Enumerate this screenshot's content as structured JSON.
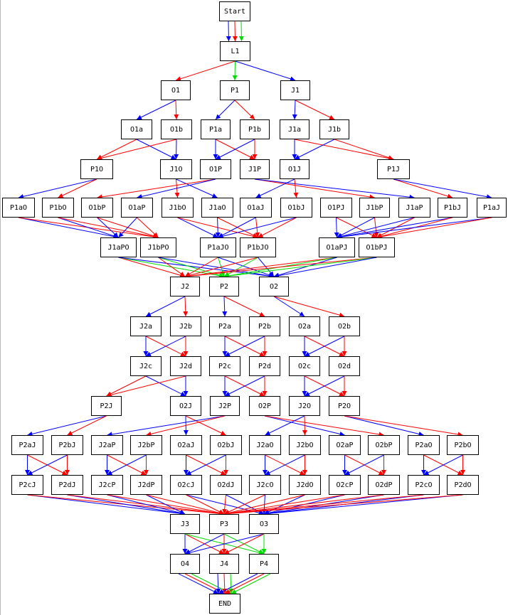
{
  "colors": {
    "red": "#ff0000",
    "blue": "#0000ff",
    "green": "#00dd00"
  },
  "nodes": [
    "Start",
    "L1",
    "O1",
    "P1",
    "J1",
    "O1a",
    "O1b",
    "P1a",
    "P1b",
    "J1a",
    "J1b",
    "P1O",
    "J1O",
    "O1P",
    "J1P",
    "O1J",
    "P1J",
    "P1aO",
    "P1bO",
    "O1bP",
    "O1aP",
    "J1bO",
    "J1aO",
    "O1aJ",
    "O1bJ",
    "O1PJ",
    "J1bP",
    "J1aP",
    "P1bJ",
    "P1aJ",
    "J1aPO",
    "J1bPO",
    "P1aJO",
    "P1bJO",
    "O1aPJ",
    "O1bPJ",
    "J2",
    "P2",
    "O2",
    "J2a",
    "J2b",
    "P2a",
    "P2b",
    "O2a",
    "O2b",
    "J2c",
    "J2d",
    "P2c",
    "P2d",
    "O2c",
    "O2d",
    "P2J",
    "O2J",
    "J2P",
    "O2P",
    "J2O",
    "P2O",
    "P2aJ",
    "P2bJ",
    "J2aP",
    "J2bP",
    "O2aJ",
    "O2bJ",
    "J2aO",
    "J2bO",
    "O2aP",
    "O2bP",
    "P2aO",
    "P2bO",
    "P2cJ",
    "P2dJ",
    "J2cP",
    "J2dP",
    "O2cJ",
    "O2dJ",
    "J2cO",
    "J2dO",
    "O2cP",
    "O2dP",
    "P2cO",
    "P2dO",
    "J3",
    "P3",
    "O3",
    "O4",
    "J4",
    "P4",
    "END"
  ],
  "edges": [
    [
      "Start",
      "L1",
      "blue"
    ],
    [
      "Start",
      "L1",
      "red"
    ],
    [
      "Start",
      "L1",
      "green"
    ],
    [
      "L1",
      "O1",
      "red"
    ],
    [
      "L1",
      "P1",
      "green"
    ],
    [
      "L1",
      "J1",
      "blue"
    ],
    [
      "O1",
      "O1a",
      "blue"
    ],
    [
      "O1",
      "O1b",
      "red"
    ],
    [
      "P1",
      "P1a",
      "blue"
    ],
    [
      "P1",
      "P1b",
      "red"
    ],
    [
      "J1",
      "J1a",
      "blue"
    ],
    [
      "J1",
      "J1b",
      "red"
    ],
    [
      "O1a",
      "P1O",
      "red"
    ],
    [
      "O1a",
      "J1O",
      "blue"
    ],
    [
      "O1b",
      "P1O",
      "red"
    ],
    [
      "O1b",
      "J1O",
      "blue"
    ],
    [
      "P1a",
      "O1P",
      "blue"
    ],
    [
      "P1a",
      "J1P",
      "red"
    ],
    [
      "P1b",
      "O1P",
      "blue"
    ],
    [
      "P1b",
      "J1P",
      "red"
    ],
    [
      "J1a",
      "O1J",
      "blue"
    ],
    [
      "J1a",
      "P1J",
      "red"
    ],
    [
      "J1b",
      "O1J",
      "blue"
    ],
    [
      "J1b",
      "P1J",
      "red"
    ],
    [
      "P1O",
      "P1aO",
      "blue"
    ],
    [
      "P1O",
      "P1bO",
      "red"
    ],
    [
      "J1O",
      "J1bO",
      "red"
    ],
    [
      "J1O",
      "J1aO",
      "blue"
    ],
    [
      "O1P",
      "O1bP",
      "red"
    ],
    [
      "O1P",
      "O1aP",
      "blue"
    ],
    [
      "J1P",
      "J1bP",
      "red"
    ],
    [
      "J1P",
      "J1aP",
      "blue"
    ],
    [
      "O1J",
      "O1aJ",
      "blue"
    ],
    [
      "O1J",
      "O1bJ",
      "red"
    ],
    [
      "P1J",
      "P1bJ",
      "red"
    ],
    [
      "P1J",
      "P1aJ",
      "blue"
    ],
    [
      "P1aO",
      "J1aPO",
      "blue"
    ],
    [
      "P1aO",
      "J1bPO",
      "red"
    ],
    [
      "P1bO",
      "J1aPO",
      "blue"
    ],
    [
      "P1bO",
      "J1bPO",
      "red"
    ],
    [
      "O1bP",
      "J1aPO",
      "blue"
    ],
    [
      "O1bP",
      "J1bPO",
      "red"
    ],
    [
      "O1aP",
      "J1aPO",
      "blue"
    ],
    [
      "O1aP",
      "J1bPO",
      "red"
    ],
    [
      "J1bO",
      "P1aJO",
      "blue"
    ],
    [
      "J1bO",
      "P1bJO",
      "red"
    ],
    [
      "J1aO",
      "P1aJO",
      "blue"
    ],
    [
      "J1aO",
      "P1bJO",
      "red"
    ],
    [
      "O1aJ",
      "P1aJO",
      "blue"
    ],
    [
      "O1aJ",
      "P1bJO",
      "red"
    ],
    [
      "O1bJ",
      "P1aJO",
      "blue"
    ],
    [
      "O1bJ",
      "P1bJO",
      "red"
    ],
    [
      "O1PJ",
      "O1aPJ",
      "blue"
    ],
    [
      "O1PJ",
      "O1bPJ",
      "red"
    ],
    [
      "J1bP",
      "O1aPJ",
      "blue"
    ],
    [
      "J1bP",
      "O1bPJ",
      "red"
    ],
    [
      "J1aP",
      "O1aPJ",
      "blue"
    ],
    [
      "J1aP",
      "O1bPJ",
      "red"
    ],
    [
      "P1bJ",
      "O1aPJ",
      "blue"
    ],
    [
      "P1bJ",
      "O1bPJ",
      "red"
    ],
    [
      "P1aJ",
      "O1aPJ",
      "blue"
    ],
    [
      "P1aJ",
      "O1bPJ",
      "red"
    ],
    [
      "J1aPO",
      "J2",
      "red"
    ],
    [
      "J1aPO",
      "P2",
      "green"
    ],
    [
      "J1aPO",
      "O2",
      "blue"
    ],
    [
      "J1bPO",
      "J2",
      "red"
    ],
    [
      "J1bPO",
      "P2",
      "green"
    ],
    [
      "J1bPO",
      "O2",
      "blue"
    ],
    [
      "P1aJO",
      "J2",
      "red"
    ],
    [
      "P1aJO",
      "P2",
      "green"
    ],
    [
      "P1aJO",
      "O2",
      "blue"
    ],
    [
      "P1bJO",
      "J2",
      "red"
    ],
    [
      "P1bJO",
      "P2",
      "green"
    ],
    [
      "P1bJO",
      "O2",
      "blue"
    ],
    [
      "O1aPJ",
      "J2",
      "red"
    ],
    [
      "O1aPJ",
      "P2",
      "green"
    ],
    [
      "O1aPJ",
      "O2",
      "blue"
    ],
    [
      "O1bPJ",
      "J2",
      "red"
    ],
    [
      "O1bPJ",
      "P2",
      "green"
    ],
    [
      "O1bPJ",
      "O2",
      "blue"
    ],
    [
      "J2",
      "J2a",
      "blue"
    ],
    [
      "J2",
      "J2b",
      "red"
    ],
    [
      "P2",
      "P2a",
      "blue"
    ],
    [
      "P2",
      "P2b",
      "red"
    ],
    [
      "O2",
      "O2a",
      "blue"
    ],
    [
      "O2",
      "O2b",
      "red"
    ],
    [
      "J2a",
      "J2c",
      "blue"
    ],
    [
      "J2a",
      "J2d",
      "red"
    ],
    [
      "J2b",
      "J2c",
      "blue"
    ],
    [
      "J2b",
      "J2d",
      "red"
    ],
    [
      "P2a",
      "P2c",
      "blue"
    ],
    [
      "P2a",
      "P2d",
      "red"
    ],
    [
      "P2b",
      "P2c",
      "blue"
    ],
    [
      "P2b",
      "P2d",
      "red"
    ],
    [
      "O2a",
      "O2c",
      "blue"
    ],
    [
      "O2a",
      "O2d",
      "red"
    ],
    [
      "O2b",
      "O2c",
      "blue"
    ],
    [
      "O2b",
      "O2d",
      "red"
    ],
    [
      "J2c",
      "P2J",
      "red"
    ],
    [
      "J2c",
      "O2J",
      "blue"
    ],
    [
      "J2d",
      "P2J",
      "red"
    ],
    [
      "J2d",
      "O2J",
      "blue"
    ],
    [
      "P2c",
      "J2P",
      "blue"
    ],
    [
      "P2c",
      "O2P",
      "red"
    ],
    [
      "P2d",
      "J2P",
      "blue"
    ],
    [
      "P2d",
      "O2P",
      "red"
    ],
    [
      "O2c",
      "J2O",
      "blue"
    ],
    [
      "O2c",
      "P2O",
      "red"
    ],
    [
      "O2d",
      "J2O",
      "blue"
    ],
    [
      "O2d",
      "P2O",
      "red"
    ],
    [
      "P2J",
      "P2aJ",
      "blue"
    ],
    [
      "P2J",
      "P2bJ",
      "red"
    ],
    [
      "O2J",
      "O2aJ",
      "blue"
    ],
    [
      "O2J",
      "O2bJ",
      "red"
    ],
    [
      "J2P",
      "J2aP",
      "blue"
    ],
    [
      "J2P",
      "J2bP",
      "red"
    ],
    [
      "O2P",
      "O2aP",
      "blue"
    ],
    [
      "O2P",
      "O2bP",
      "red"
    ],
    [
      "J2O",
      "J2aO",
      "blue"
    ],
    [
      "J2O",
      "J2bO",
      "red"
    ],
    [
      "P2O",
      "P2aO",
      "blue"
    ],
    [
      "P2O",
      "P2bO",
      "red"
    ],
    [
      "P2aJ",
      "P2cJ",
      "blue"
    ],
    [
      "P2aJ",
      "P2dJ",
      "red"
    ],
    [
      "P2bJ",
      "P2cJ",
      "blue"
    ],
    [
      "P2bJ",
      "P2dJ",
      "red"
    ],
    [
      "J2aP",
      "J2cP",
      "blue"
    ],
    [
      "J2aP",
      "J2dP",
      "red"
    ],
    [
      "J2bP",
      "J2cP",
      "blue"
    ],
    [
      "J2bP",
      "J2dP",
      "red"
    ],
    [
      "O2aJ",
      "O2cJ",
      "blue"
    ],
    [
      "O2aJ",
      "O2dJ",
      "red"
    ],
    [
      "O2bJ",
      "O2cJ",
      "blue"
    ],
    [
      "O2bJ",
      "O2dJ",
      "red"
    ],
    [
      "J2aO",
      "J2cO",
      "blue"
    ],
    [
      "J2aO",
      "J2dO",
      "red"
    ],
    [
      "J2bO",
      "J2cO",
      "blue"
    ],
    [
      "J2bO",
      "J2dO",
      "red"
    ],
    [
      "O2aP",
      "O2cP",
      "blue"
    ],
    [
      "O2aP",
      "O2dP",
      "red"
    ],
    [
      "O2bP",
      "O2cP",
      "blue"
    ],
    [
      "O2bP",
      "O2dP",
      "red"
    ],
    [
      "P2aO",
      "P2cO",
      "blue"
    ],
    [
      "P2aO",
      "P2dO",
      "red"
    ],
    [
      "P2bO",
      "P2cO",
      "blue"
    ],
    [
      "P2bO",
      "P2dO",
      "red"
    ],
    [
      "P2cJ",
      "J3",
      "blue"
    ],
    [
      "P2cJ",
      "P3",
      "red"
    ],
    [
      "P2dJ",
      "J3",
      "blue"
    ],
    [
      "P2dJ",
      "P3",
      "red"
    ],
    [
      "J2cP",
      "J3",
      "blue"
    ],
    [
      "J2cP",
      "P3",
      "red"
    ],
    [
      "J2dP",
      "J3",
      "blue"
    ],
    [
      "J2dP",
      "P3",
      "red"
    ],
    [
      "O2cJ",
      "O3",
      "blue"
    ],
    [
      "O2cJ",
      "P3",
      "red"
    ],
    [
      "O2dJ",
      "O3",
      "blue"
    ],
    [
      "O2dJ",
      "P3",
      "red"
    ],
    [
      "J2cO",
      "O3",
      "blue"
    ],
    [
      "J2cO",
      "P3",
      "red"
    ],
    [
      "J2dO",
      "O3",
      "blue"
    ],
    [
      "J2dO",
      "P3",
      "red"
    ],
    [
      "O2cP",
      "O3",
      "blue"
    ],
    [
      "O2cP",
      "P3",
      "red"
    ],
    [
      "O2dP",
      "O3",
      "blue"
    ],
    [
      "O2dP",
      "P3",
      "red"
    ],
    [
      "P2cO",
      "O3",
      "blue"
    ],
    [
      "P2cO",
      "P3",
      "red"
    ],
    [
      "P2dO",
      "O3",
      "blue"
    ],
    [
      "P2dO",
      "P3",
      "red"
    ],
    [
      "J3",
      "O4",
      "blue"
    ],
    [
      "J3",
      "J4",
      "red"
    ],
    [
      "J3",
      "P4",
      "green"
    ],
    [
      "P3",
      "O4",
      "blue"
    ],
    [
      "P3",
      "J4",
      "red"
    ],
    [
      "P3",
      "P4",
      "green"
    ],
    [
      "O3",
      "O4",
      "blue"
    ],
    [
      "O3",
      "J4",
      "red"
    ],
    [
      "O3",
      "P4",
      "green"
    ],
    [
      "O4",
      "END",
      "blue"
    ],
    [
      "O4",
      "END",
      "red"
    ],
    [
      "O4",
      "END",
      "green"
    ],
    [
      "J4",
      "END",
      "blue"
    ],
    [
      "J4",
      "END",
      "red"
    ],
    [
      "J4",
      "END",
      "green"
    ],
    [
      "P4",
      "END",
      "blue"
    ],
    [
      "P4",
      "END",
      "red"
    ],
    [
      "P4",
      "END",
      "green"
    ]
  ]
}
